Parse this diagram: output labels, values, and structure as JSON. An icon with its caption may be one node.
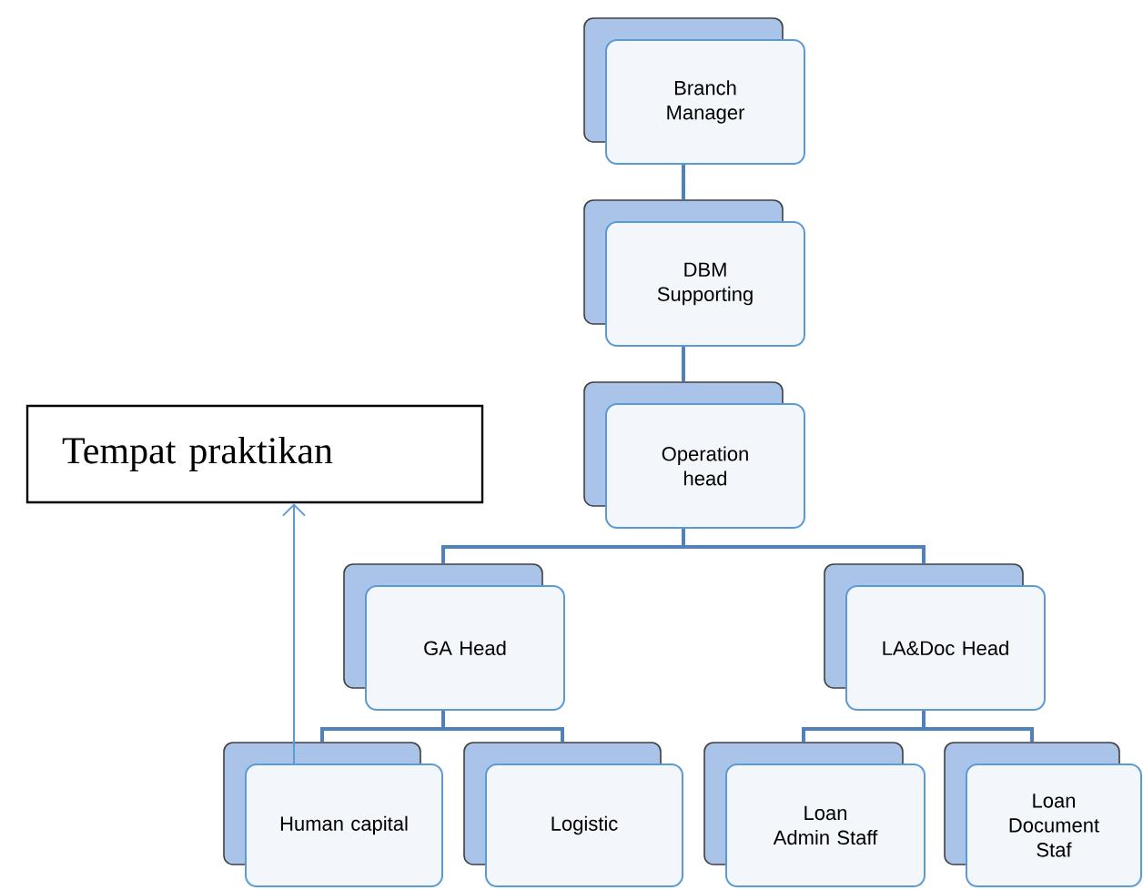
{
  "diagram": {
    "nodes": [
      {
        "text": [
          "Branch Manager"
        ]
      },
      {
        "text": [
          "DBM Supporting"
        ]
      },
      {
        "text": [
          "Tempat praktikan"
        ]
      },
      {
        "text": [
          "Operation head"
        ]
      },
      {
        "text": [
          "GA Head"
        ]
      },
      {
        "text": [
          "LA&Doc Head"
        ]
      },
      {
        "text": [
          "Human capital"
        ]
      },
      {
        "text": [
          "Logistic"
        ]
      },
      {
        "text": [
          "Loan Admin Staff"
        ]
      },
      {
        "text": [
          "Loan Document Staf"
        ]
      }
    ],
    "edges": [
      {
        "from": 0,
        "to": 1,
        "arrow": "none"
      },
      {
        "from": 1,
        "to": 3,
        "arrow": "none"
      },
      {
        "from": 3,
        "to": 4,
        "arrow": "none"
      },
      {
        "from": 3,
        "to": 5,
        "arrow": "none"
      },
      {
        "from": 4,
        "to": 6,
        "arrow": "none"
      },
      {
        "from": 4,
        "to": 7,
        "arrow": "none"
      },
      {
        "from": 5,
        "to": 8,
        "arrow": "none"
      },
      {
        "from": 5,
        "to": 9,
        "arrow": "none"
      },
      {
        "from": 6,
        "to": 2,
        "arrow": "to",
        "color": "#5b9bd5"
      }
    ]
  }
}
